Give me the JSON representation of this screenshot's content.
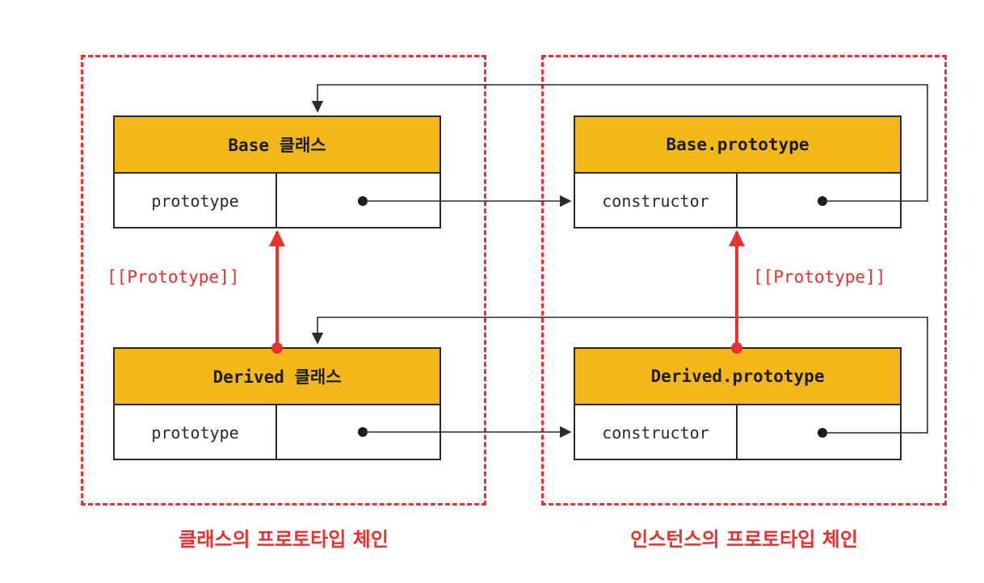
{
  "groups": {
    "class": {
      "caption": "클래스의 프로토타입 체인"
    },
    "instance": {
      "caption": "인스턴스의 프로토타입 체인"
    }
  },
  "nodes": {
    "base_class": {
      "title": "Base 클래스",
      "key": "prototype"
    },
    "derived_class": {
      "title": "Derived 클래스",
      "key": "prototype"
    },
    "base_prototype": {
      "title": "Base.prototype",
      "key": "constructor"
    },
    "derived_prototype": {
      "title": "Derived.prototype",
      "key": "constructor"
    }
  },
  "labels": {
    "class_link": "[[Prototype]]",
    "instance_link": "[[Prototype]]"
  },
  "colors": {
    "accent": "#e8302d",
    "header": "#f2b81a",
    "line": "#2a2a2a"
  }
}
